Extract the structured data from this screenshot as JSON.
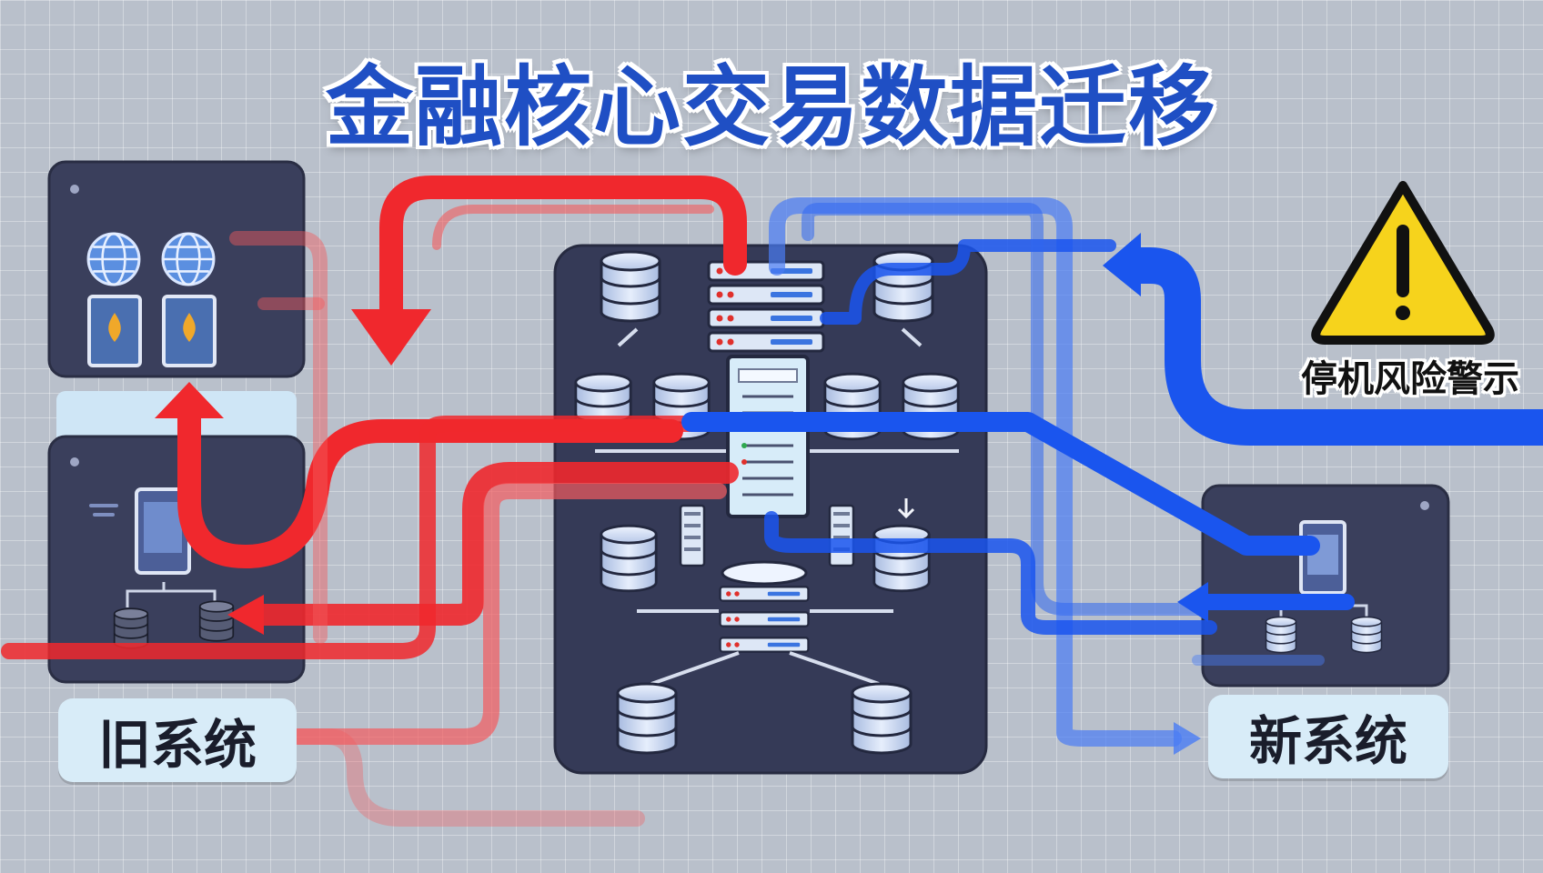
{
  "title": "金融核心交易数据迁移",
  "old_system": {
    "label": "旧系统"
  },
  "new_system": {
    "label": "新系统"
  },
  "warning": {
    "label": "停机风险警示",
    "icon": "warning-triangle-icon"
  },
  "colors": {
    "old_flow": "#f0282d",
    "new_flow": "#1a55ee",
    "panel": "#3a3f5c",
    "title": "#1f4fc4",
    "warning": "#f6d31c"
  }
}
